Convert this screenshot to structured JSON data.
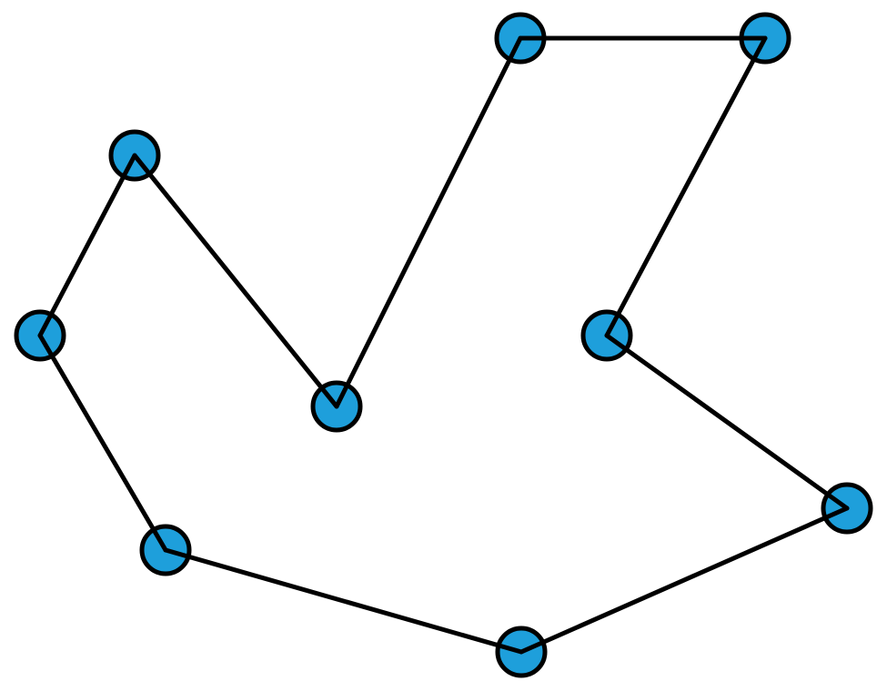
{
  "diagram": {
    "type": "closed-path graph",
    "node_count": 9,
    "node_fill": "#1E9FDB",
    "stroke_color": "#000000",
    "tour": [
      "node-top-middle",
      "node-top-right",
      "node-right-middle",
      "node-far-right",
      "node-bottom-center",
      "node-bottom-left",
      "node-left",
      "node-upper-left",
      "node-center"
    ]
  }
}
